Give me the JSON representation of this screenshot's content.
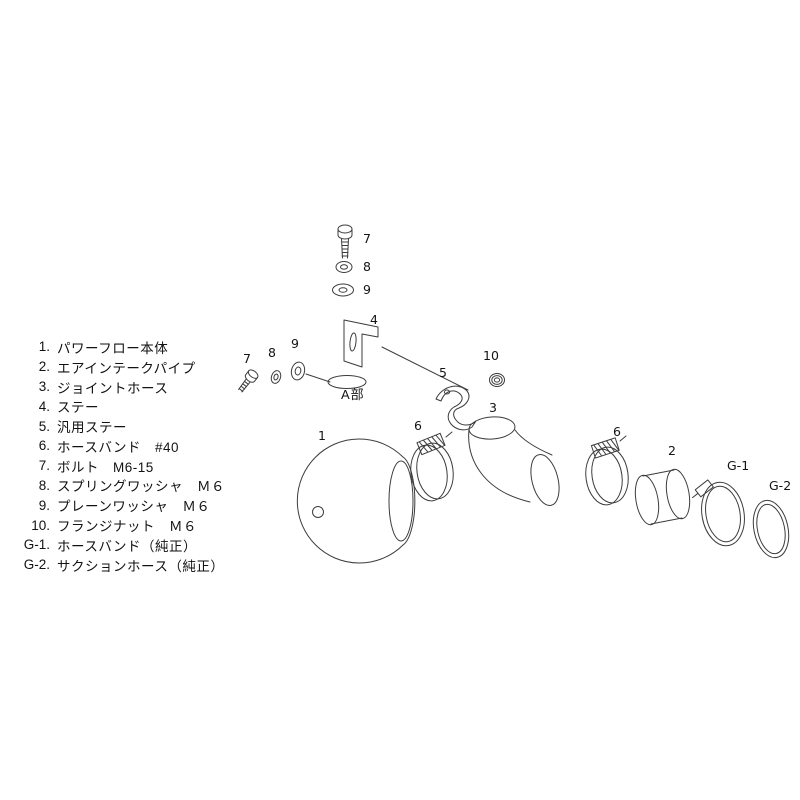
{
  "colors": {
    "line": "#3c3c3c",
    "text": "#141414",
    "background": "#ffffff"
  },
  "parts_list": {
    "items": [
      {
        "num": "1.",
        "label": "パワーフロー本体"
      },
      {
        "num": "2.",
        "label": "エアインテークパイプ"
      },
      {
        "num": "3.",
        "label": "ジョイントホース"
      },
      {
        "num": "4.",
        "label": "ステー"
      },
      {
        "num": "5.",
        "label": "汎用ステー"
      },
      {
        "num": "6.",
        "label": "ホースバンド　#40"
      },
      {
        "num": "7.",
        "label": "ボルト　M6-15"
      },
      {
        "num": "8.",
        "label": "スプリングワッシャ　Ｍ６"
      },
      {
        "num": "9.",
        "label": "プレーンワッシャ　Ｍ６"
      },
      {
        "num": "10.",
        "label": "フランジナット　Ｍ６"
      },
      {
        "num": "G-1.",
        "label": "ホースバンド（純正）"
      },
      {
        "num": "G-2.",
        "label": "サクションホース（純正）"
      }
    ]
  },
  "callouts": {
    "bolt_top": "7",
    "spring_washer_top": "8",
    "plain_washer_top": "9",
    "stay": "4",
    "section_a": "A部",
    "bolt_left": "7",
    "spring_washer_left": "8",
    "plain_washer_left": "9",
    "universal_stay": "5",
    "flange_nut": "10",
    "joint_hose": "3",
    "power_flow_body": "1",
    "hose_band_left": "6",
    "hose_band_right": "6",
    "intake_pipe": "2",
    "oem_hose_band": "G-1",
    "oem_suction_hose": "G-2"
  }
}
